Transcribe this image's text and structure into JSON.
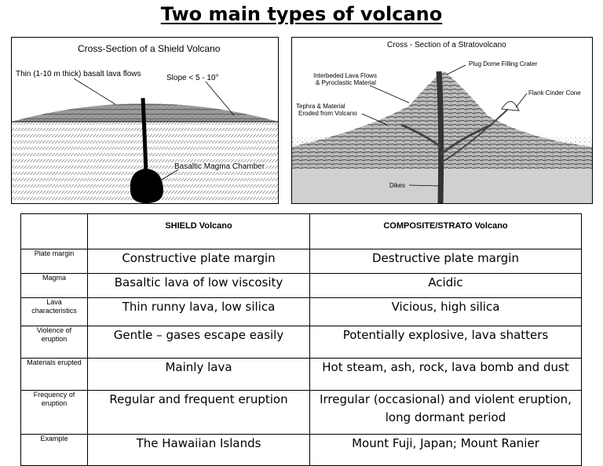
{
  "title": "Two main types of volcano",
  "shield_figure": {
    "title": "Cross-Section of a Shield Volcano",
    "label_lava": "Thin (1-10 m thick) basalt lava flows",
    "label_slope": "Slope < 5 - 10°",
    "label_chamber": "Basaltic Magma Chamber"
  },
  "strato_figure": {
    "title": "Cross - Section of a Stratovolcano",
    "label_plug": "Plug Dome Filling Crater",
    "label_interbedded_1": "Interbeded Lava Flows",
    "label_interbedded_2": "& Pyroclastic Material",
    "label_flank": "Flank Cinder Cone",
    "label_tephra_1": "Tephra & Material",
    "label_tephra_2": "Eroded from Volcano",
    "label_dikes": "Dikes"
  },
  "table": {
    "headers": [
      "",
      "SHIELD Volcano",
      "COMPOSITE/STRATO Volcano"
    ],
    "rows": [
      {
        "label": "Plate margin",
        "shield": "Constructive plate margin",
        "strato": "Destructive plate margin"
      },
      {
        "label": "Magma",
        "shield": "Basaltic lava of low viscosity",
        "strato": "Acidic"
      },
      {
        "label": "Lava characteristics",
        "shield": "Thin runny lava, low silica",
        "strato": "Vicious, high silica"
      },
      {
        "label": "Violence of eruption",
        "shield": "Gentle – gases escape easily",
        "strato": "Potentially explosive, lava shatters"
      },
      {
        "label": "Materials erupted",
        "shield": "Mainly lava",
        "strato": "Hot steam, ash, rock, lava bomb and dust"
      },
      {
        "label": "Frequency of eruption",
        "shield": "Regular and frequent eruption",
        "strato": "Irregular (occasional) and violent eruption, long dormant period"
      },
      {
        "label": "Example",
        "shield": "The Hawaiian Islands",
        "strato": "Mount Fuji, Japan; Mount Ranier"
      }
    ]
  }
}
